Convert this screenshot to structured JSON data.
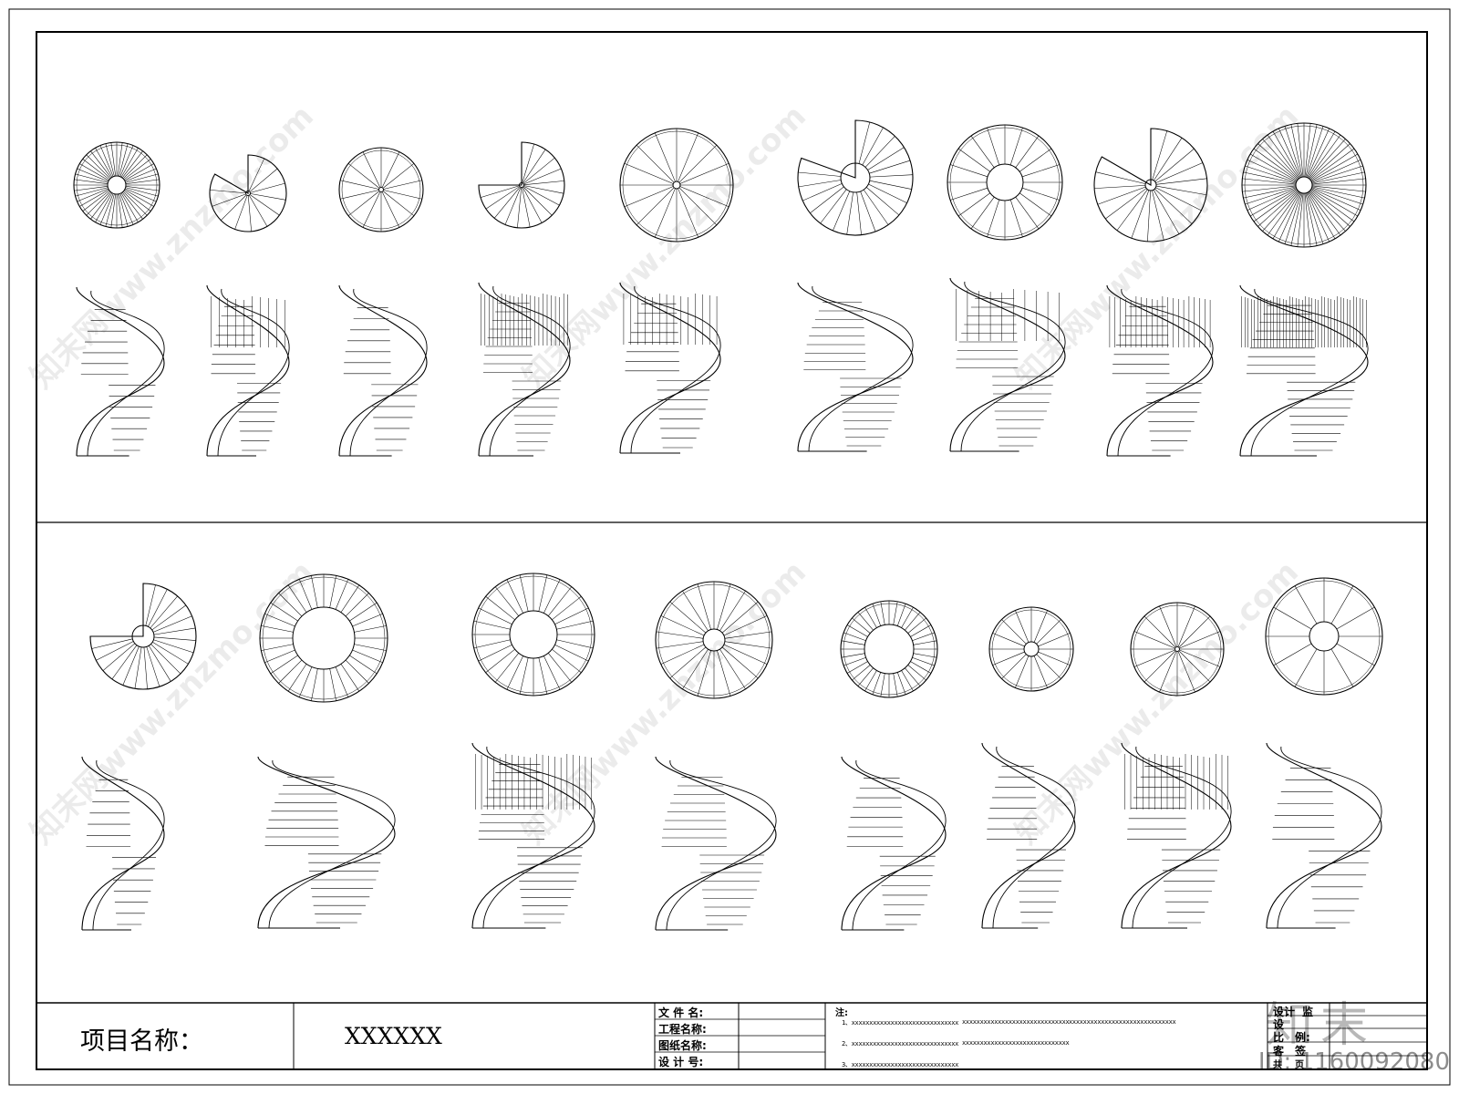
{
  "watermark": {
    "text": "知末网www.znzmo.com"
  },
  "logo": {
    "text": "知末"
  },
  "image_id": {
    "text": "ID: 1160092080"
  },
  "title_block": {
    "project_label": "项目名称：",
    "project_value": "XXXXXX",
    "fields": [
      "文 件 名:",
      "工程名称:",
      "图纸名称:",
      "设 计 号:"
    ],
    "note_heading": "注:",
    "notes": [
      "1、xxxxxxxxxxxxxxxxxxxxxxxxxxxxxx",
      "xxxxxxxxxxxxxxxxxxxxxxxxxxxxxx",
      "xxxxxxxxxxxxxxxxxxxxxxxxxxxxxx",
      "2、xxxxxxxxxxxxxxxxxxxxxxxxxxxxxx",
      "xxxxxxxxxxxxxxxxxxxxxxxxxxxxxx",
      "3、xxxxxxxxxxxxxxxxxxxxxxxxxxxxxx"
    ],
    "sign_rows": [
      "设计",
      "监",
      "设",
      "比",
      "例:",
      "客",
      "签",
      "共",
      "页"
    ]
  }
}
